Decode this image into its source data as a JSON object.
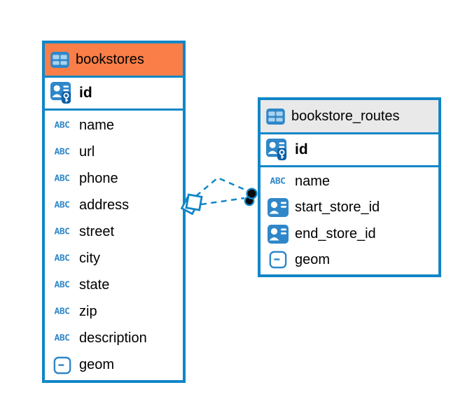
{
  "diagram_type": "entity-relationship",
  "colors": {
    "table_border": "#1186C7",
    "bookstores_header_bg": "#F97E47",
    "routes_header_bg": "#E9E9E9",
    "icon_blue": "#2F87C9",
    "icon_cell": "#A9D3EE",
    "key_badge": "#0D5FA6",
    "relationship": "#1186C7",
    "text": "#000000",
    "dot_fill": "#0A0A0A"
  },
  "icons": {
    "abc_glyph": "ABC",
    "table": "table-icon",
    "primary_key": "person-key-icon",
    "foreign_ref": "person-ref-icon",
    "geometry": "geometry-icon"
  },
  "tables": [
    {
      "name": "bookstores",
      "header_icon": "table-icon",
      "primary_key": {
        "name": "id",
        "icon": "person-key-icon"
      },
      "columns": [
        {
          "name": "name",
          "icon": "abc-text-icon"
        },
        {
          "name": "url",
          "icon": "abc-text-icon"
        },
        {
          "name": "phone",
          "icon": "abc-text-icon"
        },
        {
          "name": "address",
          "icon": "abc-text-icon"
        },
        {
          "name": "street",
          "icon": "abc-text-icon"
        },
        {
          "name": "city",
          "icon": "abc-text-icon"
        },
        {
          "name": "state",
          "icon": "abc-text-icon"
        },
        {
          "name": "zip",
          "icon": "abc-text-icon"
        },
        {
          "name": "description",
          "icon": "abc-text-icon"
        },
        {
          "name": "geom",
          "icon": "geometry-icon"
        }
      ]
    },
    {
      "name": "bookstore_routes",
      "header_icon": "table-icon",
      "primary_key": {
        "name": "id",
        "icon": "person-key-icon"
      },
      "columns": [
        {
          "name": "name",
          "icon": "abc-text-icon"
        },
        {
          "name": "start_store_id",
          "icon": "person-ref-icon"
        },
        {
          "name": "end_store_id",
          "icon": "person-ref-icon"
        },
        {
          "name": "geom",
          "icon": "geometry-icon"
        }
      ]
    }
  ],
  "relationships": [
    {
      "from_table": "bookstores",
      "to_table": "bookstore_routes",
      "via_column": "start_store_id",
      "line_style": "dashed"
    },
    {
      "from_table": "bookstores",
      "to_table": "bookstore_routes",
      "via_column": "end_store_id",
      "line_style": "dashed"
    }
  ]
}
